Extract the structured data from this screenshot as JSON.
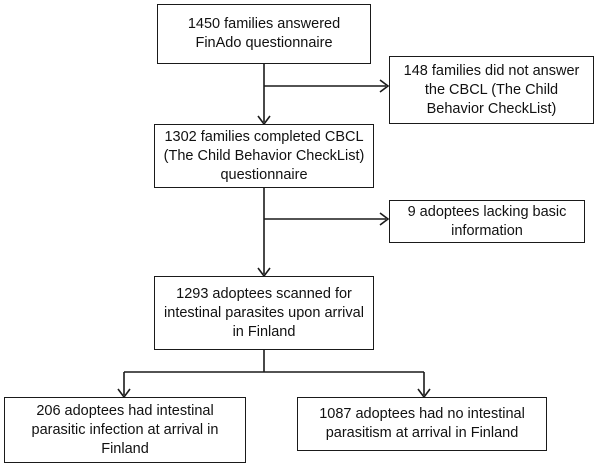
{
  "flowchart": {
    "boxes": {
      "answered": "1450 families answered FinAdo questionnaire",
      "not_answered": "148 families did not answer the CBCL (The Child Behavior CheckList)",
      "completed": "1302 families completed CBCL (The Child Behavior CheckList) questionnaire",
      "lacking": "9 adoptees lacking basic information",
      "scanned": "1293 adoptees scanned for intestinal parasites upon arrival in Finland",
      "infected": "206 adoptees had intestinal parasitic infection at arrival in Finland",
      "not_infected": "1087 adoptees had no intestinal parasitism at arrival in Finland"
    }
  }
}
